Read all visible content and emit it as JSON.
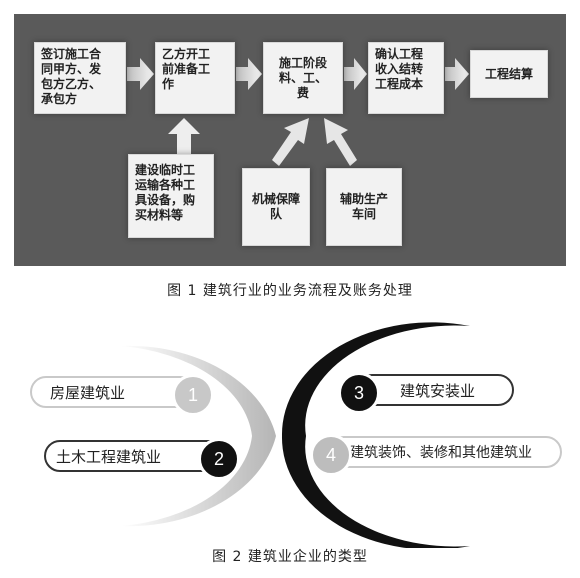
{
  "figure1": {
    "boxes": [
      {
        "id": "sign",
        "text": "签订施工合\n同甲方、发\n包方乙方、\n承包方"
      },
      {
        "id": "prep",
        "text": "乙方开工\n前准备工\n作"
      },
      {
        "id": "cost",
        "text": "施工阶段\n料、工、\n费"
      },
      {
        "id": "confirm",
        "text": "确认工程\n收入结转\n工程成本"
      },
      {
        "id": "settle",
        "text": "工程结算"
      },
      {
        "id": "temp",
        "text": "建设临时工\n运输各种工\n具设备，购\n买材料等"
      },
      {
        "id": "machine",
        "text": "机械保障\n队"
      },
      {
        "id": "aux",
        "text": "辅助生产\n车间"
      }
    ],
    "caption": "图 1    建筑行业的业务流程及账务处理"
  },
  "figure2": {
    "items": [
      {
        "num": "1",
        "label": "房屋建筑业"
      },
      {
        "num": "2",
        "label": "土木工程建筑业"
      },
      {
        "num": "3",
        "label": "建筑安装业"
      },
      {
        "num": "4",
        "label": "建筑装饰、装修和其他建筑业"
      }
    ],
    "caption": "图 2    建筑业企业的类型"
  }
}
